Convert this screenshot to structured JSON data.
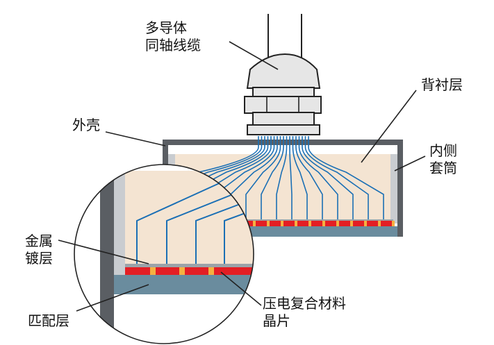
{
  "labels": {
    "cable": [
      "多导体",
      "同轴线缆"
    ],
    "backing": [
      "背衬层"
    ],
    "housing": [
      "外壳"
    ],
    "sleeve": [
      "内侧",
      "套筒"
    ],
    "plating": [
      "金属",
      "镀层"
    ],
    "matching": [
      "匹配层"
    ],
    "piezo": [
      "压电复合材料",
      "晶片"
    ]
  },
  "colors": {
    "outline": "#222222",
    "backing": "#f4e4d2",
    "sleeve": "#c9ccd0",
    "housing_wall": "#5a5e63",
    "matching": "#6a8c9e",
    "piezo_red": "#e31e24",
    "piezo_gap": "#f5b041",
    "wire": "#1a6fb5",
    "gland_fill": "#e6e6e6"
  }
}
